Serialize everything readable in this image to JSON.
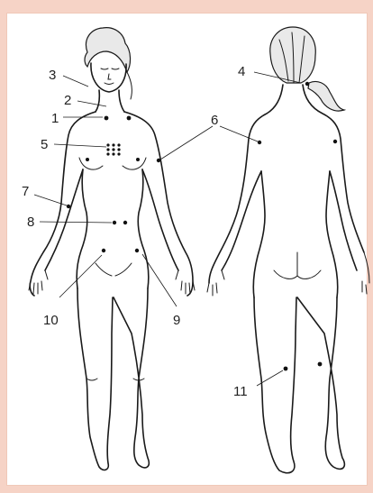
{
  "labels": {
    "l1": "1",
    "l2": "2",
    "l3": "3",
    "l4": "4",
    "l5": "5",
    "l6": "6",
    "l7": "7",
    "l8": "8",
    "l9": "9",
    "l10": "10",
    "l11": "11"
  },
  "colors": {
    "page_background": "#f6d3c6",
    "panel": "#ffffff",
    "line": "#1a1a1a"
  }
}
